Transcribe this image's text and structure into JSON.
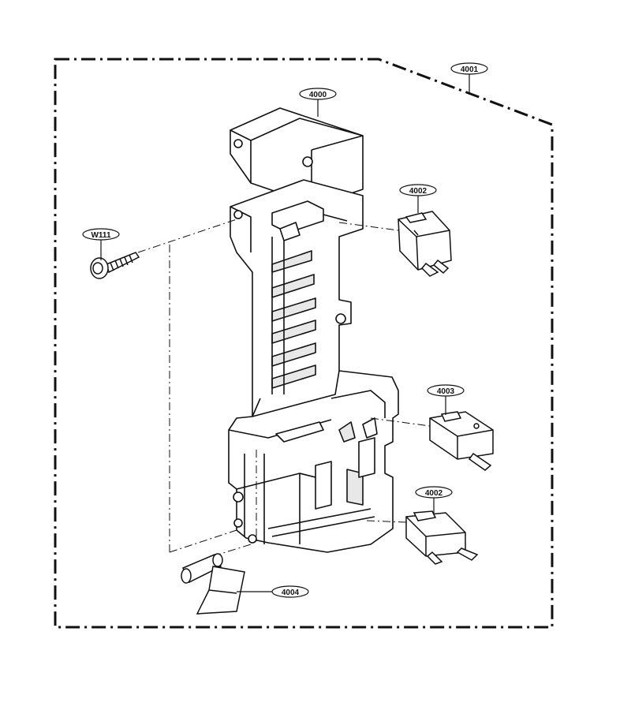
{
  "diagram": {
    "labels": {
      "assembly": "4001",
      "frame": "4000",
      "switch_top": "4002",
      "switch_mid": "4003",
      "switch_bottom": "4002",
      "screw": "W111",
      "lever": "4004"
    },
    "colors": {
      "line": "#111111",
      "background": "#ffffff",
      "shade": "#e8e8e8"
    }
  }
}
